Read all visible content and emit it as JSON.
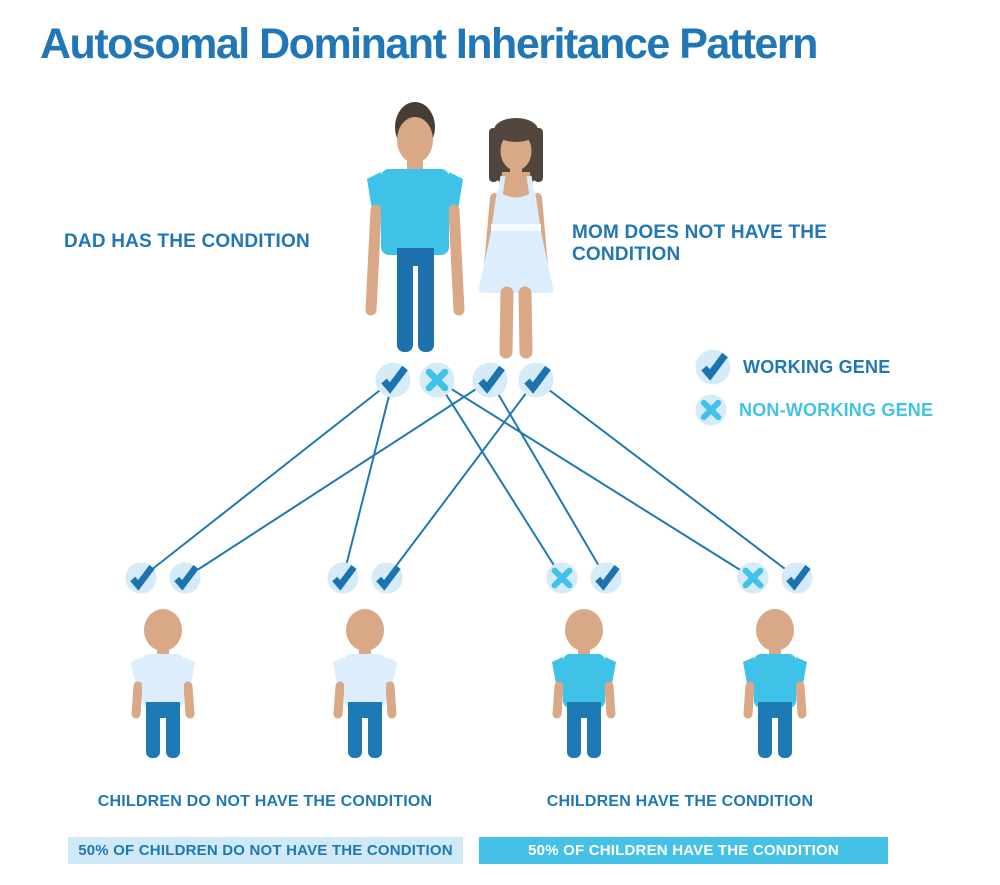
{
  "title": "Autosomal Dominant Inheritance Pattern",
  "colors": {
    "primary_blue": "#2177b5",
    "check_blue": "#1b74b0",
    "cyan": "#41c2e8",
    "gene_circle_bg": "#d6ebf8",
    "skin": "#d9a886",
    "dad_shirt_cyan": "#3fc2e8",
    "light_shirt": "#dceefb",
    "pants_blue": "#1d72ad",
    "line_blue": "#1f78b4",
    "bar_left_bg": "#cfe9f7",
    "bar_right_bg": "#45c1e7",
    "bar_right_text": "#ffffff"
  },
  "parents": {
    "dad": {
      "label": "DAD HAS THE CONDITION",
      "genes": [
        "working",
        "nonworking"
      ]
    },
    "mom": {
      "label": "MOM DOES NOT HAVE THE CONDITION",
      "genes": [
        "working",
        "working"
      ]
    }
  },
  "legend": [
    {
      "type": "working",
      "label": "WORKING GENE"
    },
    {
      "type": "nonworking",
      "label": "NON-WORKING GENE"
    }
  ],
  "children": [
    {
      "genes": [
        "working",
        "working"
      ],
      "has_condition": false
    },
    {
      "genes": [
        "working",
        "working"
      ],
      "has_condition": false
    },
    {
      "genes": [
        "nonworking",
        "working"
      ],
      "has_condition": true
    },
    {
      "genes": [
        "nonworking",
        "working"
      ],
      "has_condition": true
    }
  ],
  "captions": {
    "left": "CHILDREN DO NOT HAVE THE CONDITION",
    "right": "CHILDREN HAVE THE CONDITION"
  },
  "bars": {
    "left": "50% OF CHILDREN DO NOT HAVE THE CONDITION",
    "right": "50% OF CHILDREN HAVE THE CONDITION"
  }
}
